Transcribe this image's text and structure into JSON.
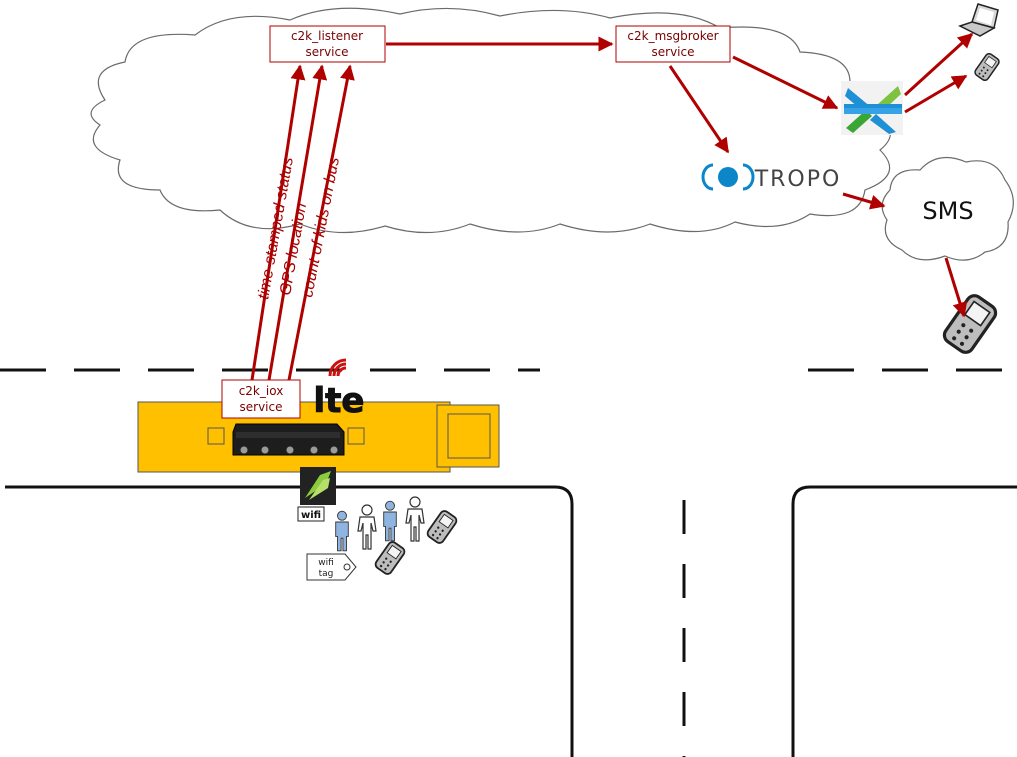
{
  "services": {
    "listener": [
      "c2k_listener",
      "service"
    ],
    "msgbroker": [
      "c2k_msgbroker",
      "service"
    ],
    "iox": [
      "c2k_iox",
      "service"
    ]
  },
  "data_flows": [
    "time-stamped status",
    "GPS location",
    "count of kids on bus"
  ],
  "badges": {
    "lte": "lte",
    "wifi": "wifi"
  },
  "tropo": {
    "label": "TROPO"
  },
  "sms": {
    "label": "SMS"
  },
  "wifi_tag": [
    "wifi",
    "tag"
  ],
  "icons": {
    "cloud": "cloud-icon",
    "laptop": "laptop-icon",
    "phone": "mobile-phone-icon",
    "router": "router-device-icon",
    "bus": "school-bus-icon",
    "person": "person-icon",
    "tropo": "tropo-logo-icon",
    "spark": "cisco-spark-logo-icon"
  },
  "colors": {
    "arrow": "#b00000",
    "service_border": "#b00000",
    "service_text": "#7a0000",
    "bus": "#ffc000",
    "tropo": "#0a86c9",
    "spark_green": "#3aa635",
    "spark_blue": "#1f8fd6"
  }
}
